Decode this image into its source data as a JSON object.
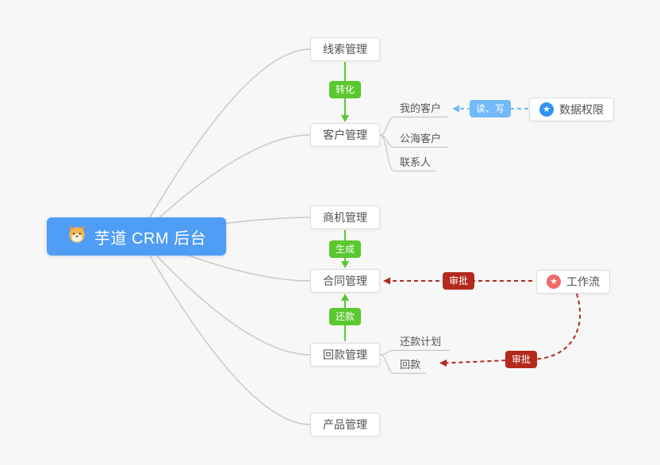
{
  "root": {
    "label": "芋道 CRM 后台"
  },
  "nodes": {
    "leads": "线索管理",
    "customers": "客户管理",
    "opportunities": "商机管理",
    "contracts": "合同管理",
    "receivables": "回款管理",
    "products": "产品管理"
  },
  "customer_children": [
    "我的客户",
    "公海客户",
    "联系人"
  ],
  "receivable_children": [
    "还款计划",
    "回款"
  ],
  "edge_labels": {
    "convert": "转化",
    "generate": "生成",
    "repay": "还款",
    "read_write": "读、写",
    "approve_contract": "审批",
    "approve_receivable": "审批"
  },
  "side_nodes": {
    "data_permission": "数据权限",
    "workflow": "工作流"
  },
  "icons": {
    "star": "★",
    "root_icon": "shiba-dog"
  },
  "colors": {
    "root_bg": "#4f9df5",
    "green_badge": "#5ac82f",
    "blue_badge": "#72b9f8",
    "red_badge": "#b3291d",
    "data_permission_icon": "#2f92f2",
    "workflow_icon": "#ef6a6a",
    "connector": "#c8c8c8",
    "background": "#f7f7f7"
  }
}
